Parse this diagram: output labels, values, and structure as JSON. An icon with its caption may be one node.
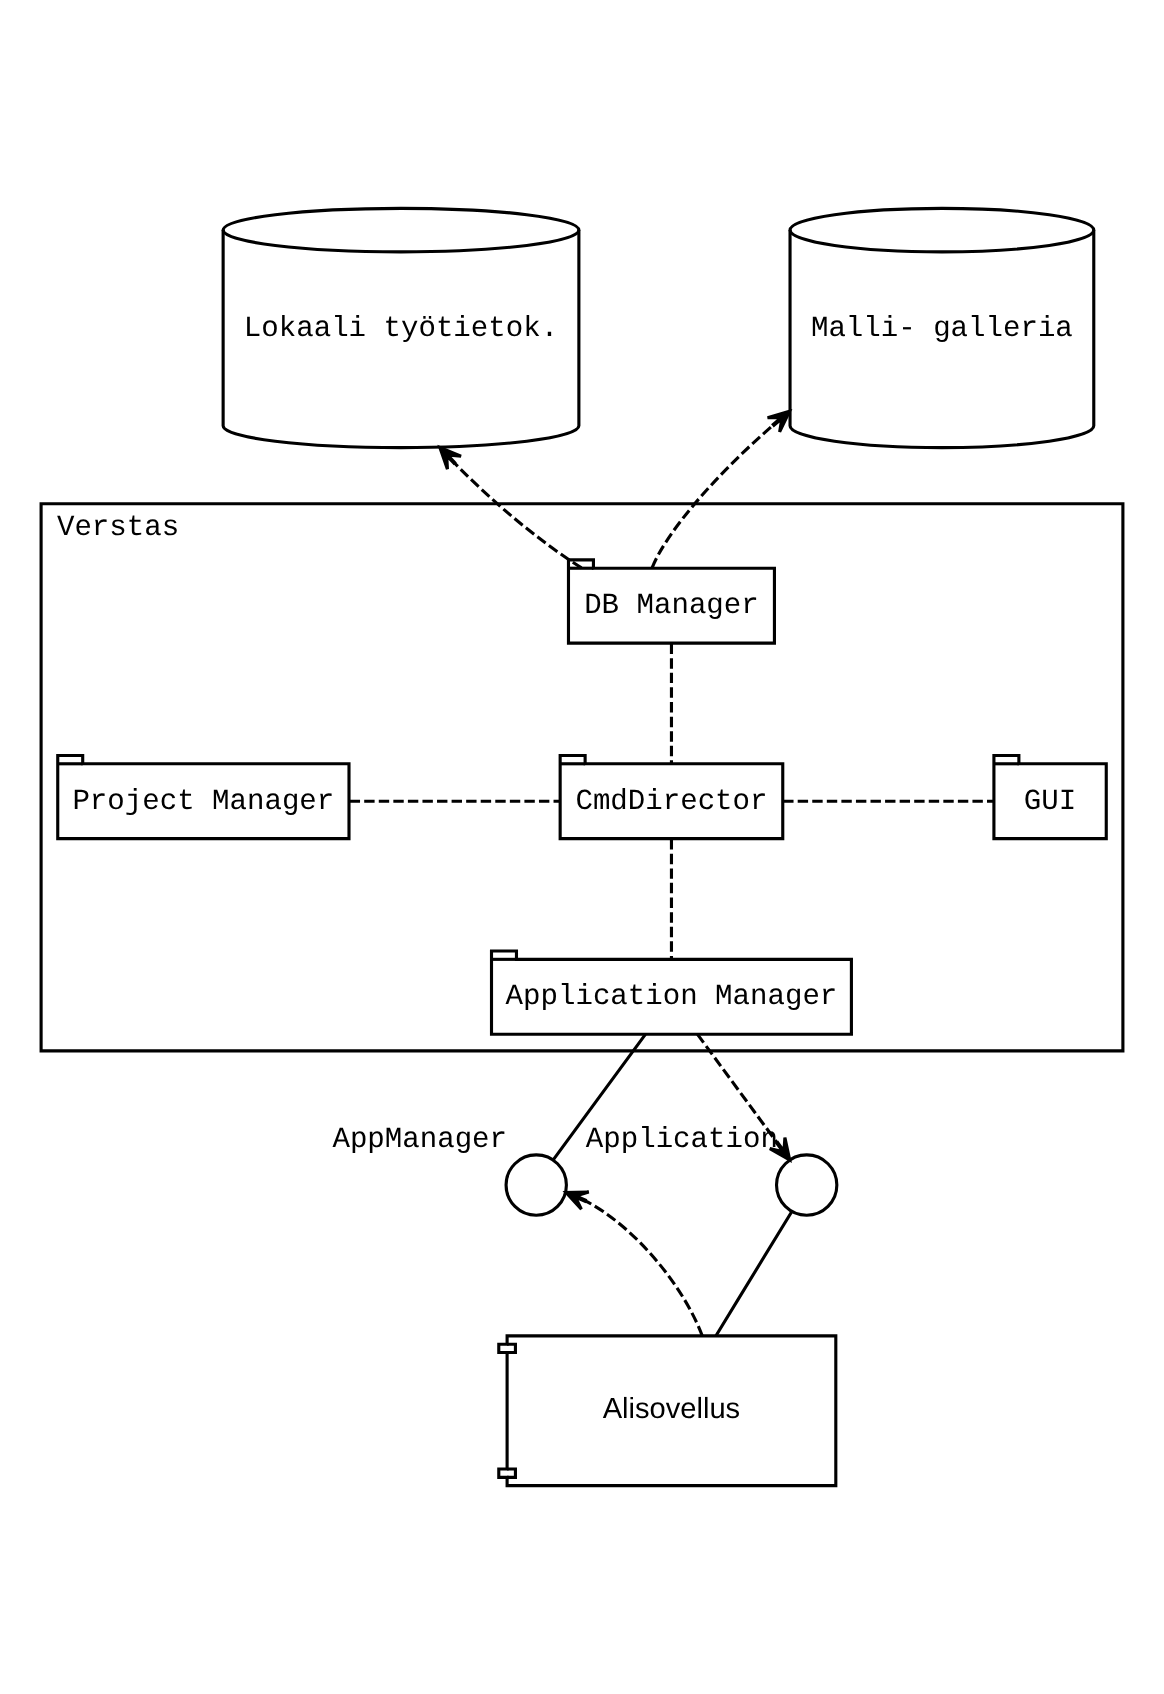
{
  "diagram": {
    "nodes": [
      {
        "text": [
          "Lokaali työtietok."
        ]
      },
      {
        "text": [
          "Malli- galleria"
        ]
      },
      {
        "text": [
          "Verstas"
        ]
      },
      {
        "text": [
          "DB Manager"
        ],
        "in": 2
      },
      {
        "text": [
          "Project Manager"
        ],
        "in": 2
      },
      {
        "text": [
          "CmdDirector"
        ],
        "in": 2
      },
      {
        "text": [
          "GUI"
        ],
        "in": 2
      },
      {
        "text": [
          "Application Manager"
        ],
        "in": 2
      },
      {
        "text": [],
        "shape": "circle",
        "beside": [
          "AppManager"
        ]
      },
      {
        "text": [],
        "shape": "circle",
        "beside": [
          "Application"
        ]
      },
      {
        "text": [
          "Alisovellus"
        ]
      }
    ],
    "edges": [
      {
        "from": 3,
        "to": 0,
        "arrow": "to",
        "style": "dashed"
      },
      {
        "from": 3,
        "to": 1,
        "arrow": "to",
        "style": "dashed"
      },
      {
        "from": 3,
        "to": 5,
        "arrow": "none",
        "style": "dashed"
      },
      {
        "from": 4,
        "to": 5,
        "arrow": "none",
        "style": "dashed"
      },
      {
        "from": 5,
        "to": 6,
        "arrow": "none",
        "style": "dashed"
      },
      {
        "from": 5,
        "to": 7,
        "arrow": "none",
        "style": "dashed"
      },
      {
        "from": 7,
        "to": 9,
        "arrow": "to",
        "style": "dashed"
      },
      {
        "from": 7,
        "to": 8,
        "arrow": "none"
      },
      {
        "from": 10,
        "to": 8,
        "arrow": "to",
        "style": "dashed"
      },
      {
        "from": 9,
        "to": 10,
        "arrow": "none"
      }
    ]
  }
}
